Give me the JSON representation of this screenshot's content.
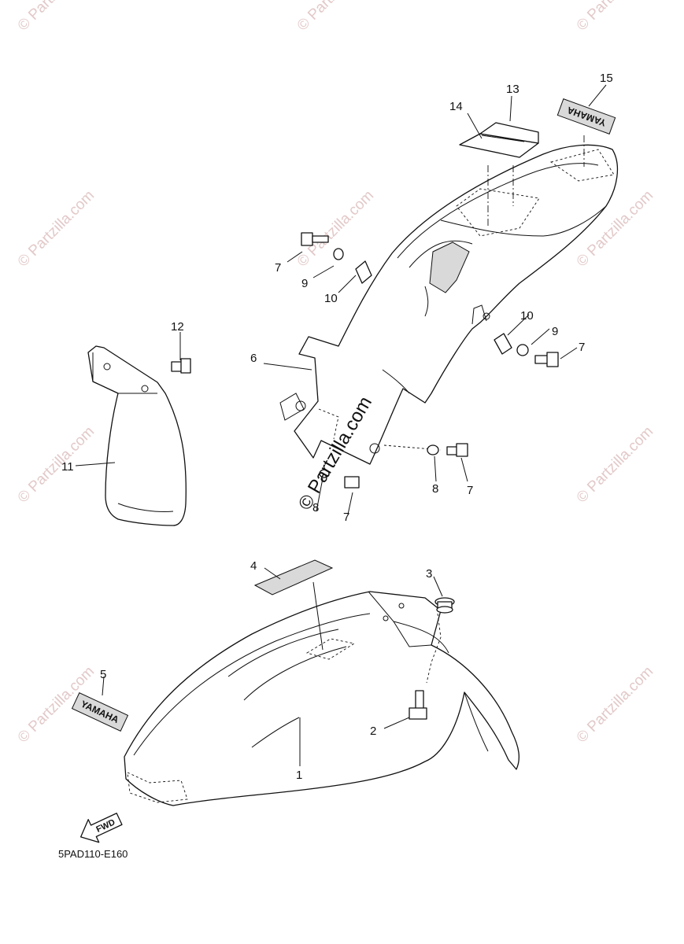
{
  "diagram": {
    "reference_code": "5PAD110-E160",
    "forward_label": "FWD",
    "watermark_text": "© Partzilla.com",
    "decal_15_text": "YAMAHA",
    "decal_5_text": "YAMAHA",
    "callouts": {
      "c1": "1",
      "c2": "2",
      "c3": "3",
      "c4": "4",
      "c5": "5",
      "c6": "6",
      "c7a": "7",
      "c7b": "7",
      "c7c": "7",
      "c7d": "7",
      "c8a": "8",
      "c8b": "8",
      "c9a": "9",
      "c9b": "9",
      "c10a": "10",
      "c10b": "10",
      "c11": "11",
      "c12": "12",
      "c13": "13",
      "c14": "14",
      "c15": "15"
    }
  }
}
